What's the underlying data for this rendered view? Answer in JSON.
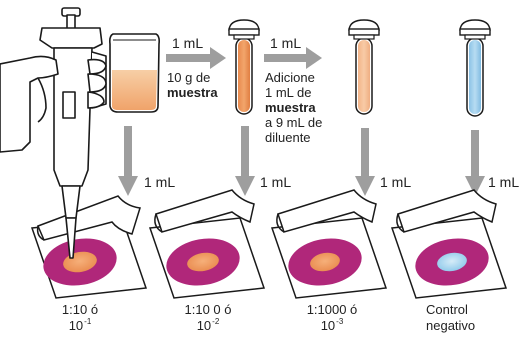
{
  "transfers": {
    "bag_to_tube1": "1 mL",
    "tube1_to_tube2": "1 mL"
  },
  "bag": {
    "line1": "10 g de",
    "line2": "muestra"
  },
  "instruction": {
    "line1": "Adicione",
    "line2": "1 mL de",
    "line3": "muestra",
    "line4": "a  9 mL de",
    "line5": "diluente"
  },
  "plating": {
    "volume_1": "1 mL",
    "volume_2": "1 mL",
    "volume_3": "1 mL",
    "volume_4": "1 mL"
  },
  "dilutions": [
    {
      "ratio": "1:10 ó",
      "base": "10",
      "exp": "-1"
    },
    {
      "ratio": "1:10 0 ó",
      "base": "10",
      "exp": "-2"
    },
    {
      "ratio": "1:1000 ó",
      "base": "10",
      "exp": "-3"
    }
  ],
  "control": {
    "line1": "Control",
    "line2": "negativo"
  },
  "colors": {
    "sample_orange": "#EE9B5E",
    "sample_light": "#F7CFA6",
    "dish_magenta": "#B0277A",
    "control_blue": "#8CC8EA",
    "arrow_gray": "#9E9E9E",
    "outline": "#1A1A1A"
  }
}
